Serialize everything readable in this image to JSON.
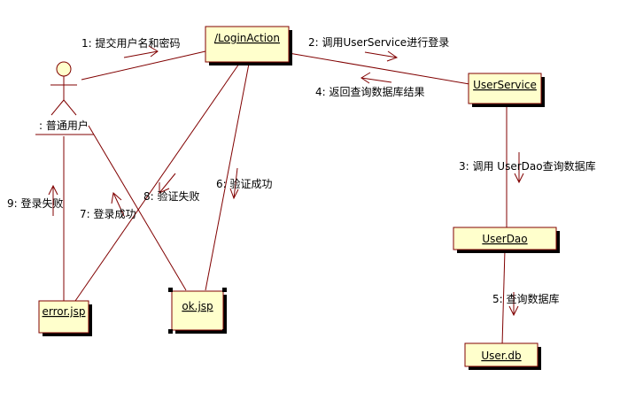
{
  "actor": {
    "label": ": 普通用户"
  },
  "objects": {
    "login_action": "/LoginAction",
    "user_service": "UserService",
    "user_dao": "UserDao",
    "user_db": "User.db",
    "ok_jsp": "ok.jsp",
    "error_jsp": "error.jsp"
  },
  "messages": {
    "m1": "1: 提交用户名和密码",
    "m2": "2: 调用UserService进行登录",
    "m3": "3: 调用 UserDao查询数据库",
    "m4": "4: 返回查询数据库结果",
    "m5": "5: 查询数据库",
    "m6": "6: 验证成功",
    "m7": "7: 登录成功",
    "m8": "8: 验证失败",
    "m9": "9: 登录失败"
  },
  "colors": {
    "box_fill": "#ffffcc",
    "line": "#800000",
    "shadow": "#000000"
  }
}
